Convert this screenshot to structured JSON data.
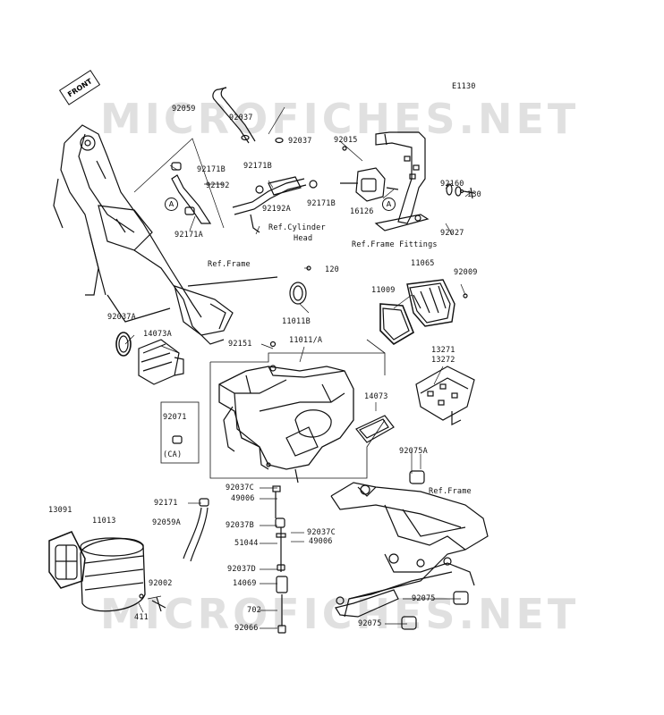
{
  "diagram_code": "E1130",
  "watermark": "MICROFICHES.NET",
  "front_label": "FRONT",
  "callouts": {
    "a1": "A",
    "a2": "A"
  },
  "labels": {
    "p92059": "92059",
    "p92037_top": "92037",
    "p92037_b": "92037",
    "p92015": "92015",
    "p92171b_1": "92171B",
    "p92192": "92192",
    "p92171b_2": "92171B",
    "p92192a": "92192A",
    "p92171b_3": "92171B",
    "p16126": "16126",
    "p92160": "92160",
    "p130": "130",
    "p92027": "92027",
    "p92171a": "92171A",
    "ref_cyl1": "Ref.Cylinder",
    "ref_cyl2": "Head",
    "ref_frame_fit": "Ref.Frame Fittings",
    "ref_frame_1": "Ref.Frame",
    "p120": "120",
    "p11065": "11065",
    "p92009": "92009",
    "p11009": "11009",
    "p11011b": "11011B",
    "p92037a": "92037A",
    "p14073a": "14073A",
    "p92151": "92151",
    "p11011a": "11011/A",
    "p13271": "13271",
    "p13272": "13272",
    "p14073": "14073",
    "p92071": "92071",
    "p_ca": "(CA)",
    "p92075a": "92075A",
    "p92171": "92171",
    "p92037c_1": "92037C",
    "p49006_1": "49006",
    "ref_frame_2": "Ref.Frame",
    "p13091": "13091",
    "p11013": "11013",
    "p92059a": "92059A",
    "p92037b": "92037B",
    "p92037c_2": "92037C",
    "p49006_2": "49006",
    "p51044": "51044",
    "p92037d": "92037D",
    "p14069": "14069",
    "p92002": "92002",
    "p411": "411",
    "p702": "702",
    "p92066": "92066",
    "p92075_1": "92075",
    "p92075_2": "92075"
  }
}
